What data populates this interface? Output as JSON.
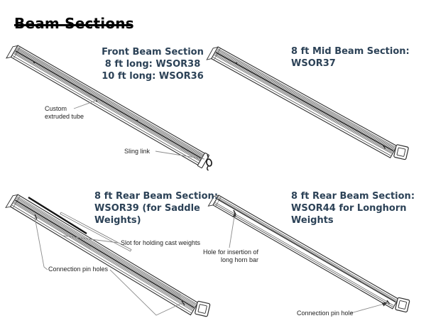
{
  "title": "Beam Sections",
  "colors": {
    "heading": "#000000",
    "label": "#2c4257",
    "callout": "#1f1f1f",
    "drawing_line": "#2e2e2e",
    "leader_line": "#8c8c8c"
  },
  "sections": {
    "front": {
      "label_line1": "Front Beam Section",
      "label_line2": "8 ft long: WSOR38",
      "label_line3": "10 ft long: WSOR36",
      "callout_custom_tube": "Custom extruded tube",
      "callout_sling_link": "Sling link"
    },
    "mid": {
      "label_line1": "8 ft Mid Beam Section:",
      "label_line2": "WSOR37"
    },
    "rear_saddle": {
      "label_line1": "8 ft Rear Beam Section:",
      "label_line2": "WSOR39 (for Saddle",
      "label_line3": "Weights)",
      "callout_slot": "Slot for holding cast weights",
      "callout_pin_holes": "Connection pin holes"
    },
    "rear_longhorn": {
      "label_line1": "8 ft Rear Beam Section:",
      "label_line2": "WSOR44 for Longhorn",
      "label_line3": "Weights",
      "callout_hole": "Hole for insertion of long horn bar",
      "callout_pin_hole": "Connection pin hole"
    }
  }
}
